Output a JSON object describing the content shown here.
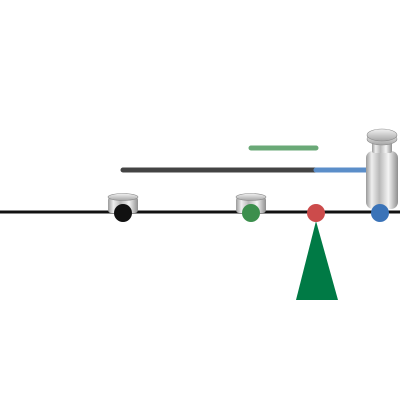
{
  "scene": {
    "beam": {
      "color": "#111111"
    },
    "fulcrum": {
      "color": "#007a45",
      "marker_color": "#cc4b4b"
    },
    "positions": [
      {
        "label": "",
        "marker_color": "#111111"
      },
      {
        "label": "",
        "marker_color": "#3c8f4d"
      },
      {
        "label": "",
        "marker_color": "#3a73b8"
      }
    ],
    "lever_arms": [
      {
        "from": "black",
        "to": "fulcrum",
        "color": "#444444"
      },
      {
        "from": "fulcrum",
        "to": "blue",
        "color": "#5b8ec9"
      },
      {
        "from": "green",
        "to": "fulcrum",
        "color": "#6aa977"
      }
    ],
    "weights": [
      {
        "at": "black",
        "kind": "small"
      },
      {
        "at": "green",
        "kind": "small"
      },
      {
        "at": "blue",
        "kind": "large"
      }
    ]
  }
}
